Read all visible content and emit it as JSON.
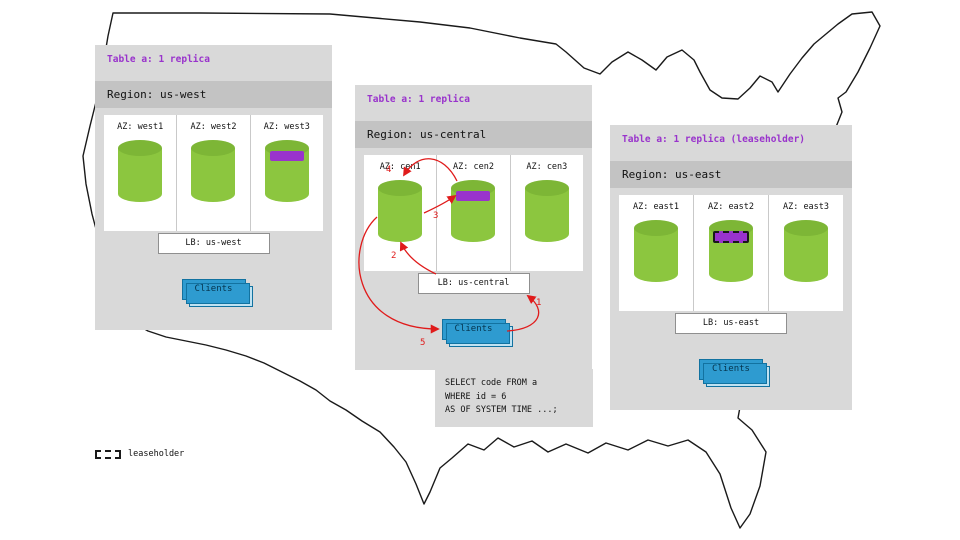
{
  "regions": [
    {
      "table_label": "Table a: 1 replica",
      "region_label": "Region: us-west",
      "azs": [
        {
          "label": "AZ: west1"
        },
        {
          "label": "AZ: west2"
        },
        {
          "label": "AZ: west3"
        }
      ],
      "lb_label": "LB: us-west",
      "clients_label": "Clients"
    },
    {
      "table_label": "Table a: 1 replica",
      "region_label": "Region: us-central",
      "azs": [
        {
          "label": "AZ: cen1"
        },
        {
          "label": "AZ: cen2"
        },
        {
          "label": "AZ: cen3"
        }
      ],
      "lb_label": "LB: us-central",
      "clients_label": "Clients"
    },
    {
      "table_label": "Table a: 1 replica (leaseholder)",
      "region_label": "Region: us-east",
      "azs": [
        {
          "label": "AZ: east1"
        },
        {
          "label": "AZ: east2"
        },
        {
          "label": "AZ: east3"
        }
      ],
      "lb_label": "LB: us-east",
      "clients_label": "Clients"
    }
  ],
  "flow_steps": {
    "s1": "1",
    "s2": "2",
    "s3": "3",
    "s4": "4",
    "s5": "5"
  },
  "sql_lines": [
    "SELECT code FROM a",
    "WHERE id = 6",
    "AS OF SYSTEM TIME ...;"
  ],
  "legend": {
    "leaseholder_label": "leaseholder"
  },
  "colors": {
    "table_label_text": "#9933cc",
    "replica_highlight": "#9933cc",
    "cylinder_green": "#8cc63f",
    "cylinder_top_green": "#7db636",
    "clients_blue": "#2e9bd0",
    "arrow_red": "#e01b1b",
    "panel_bg": "#d9d9d9",
    "region_band_bg": "#c3c3c3"
  }
}
